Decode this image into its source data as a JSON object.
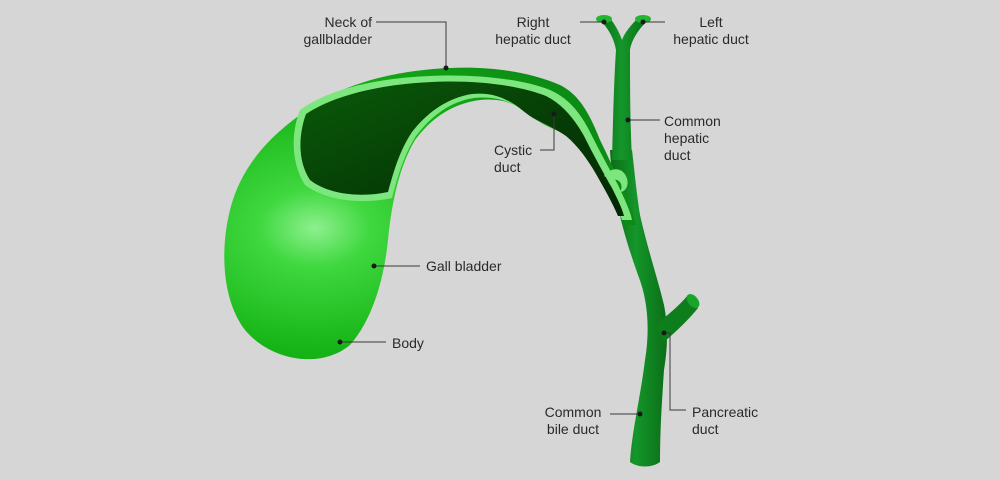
{
  "labels": {
    "neck": [
      "Neck of",
      "gallbladder"
    ],
    "right_hepatic": [
      "Right",
      "hepatic duct"
    ],
    "left_hepatic": [
      "Left",
      "hepatic duct"
    ],
    "common_hepatic": [
      "Common",
      "hepatic",
      "duct"
    ],
    "cystic": [
      "Cystic",
      "duct"
    ],
    "gall_bladder": [
      "Gall bladder"
    ],
    "body": [
      "Body"
    ],
    "common_bile": [
      "Common",
      "bile duct"
    ],
    "pancreatic": [
      "Pancreatic",
      "duct"
    ]
  },
  "colors": {
    "background": "#d6d6d6",
    "organ": "#17b517",
    "duct": "#0e7d1c",
    "lumen_dark": "#053a05",
    "edge_light": "#9cf59c",
    "leader": "#3a3a3a"
  }
}
